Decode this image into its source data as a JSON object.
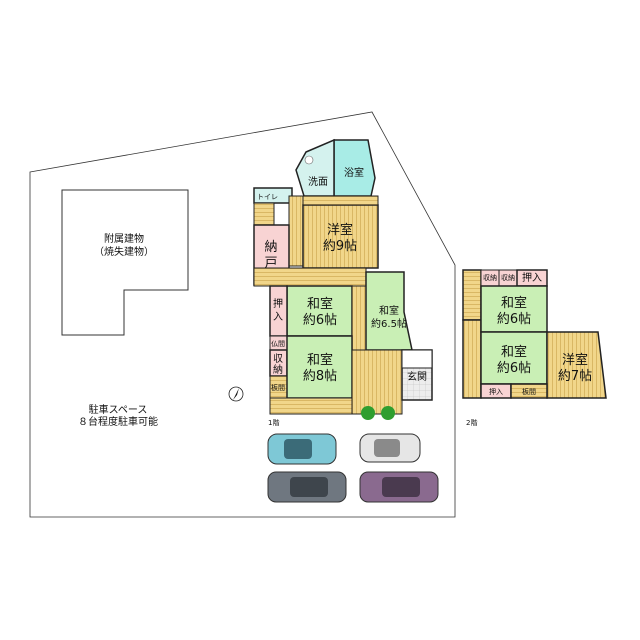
{
  "site": {
    "annex": {
      "line1": "附属建物",
      "line2": "（焼失建物）"
    },
    "parking": {
      "line1": "駐車スペース",
      "line2": "８台程度駐車可能"
    }
  },
  "floor1": {
    "label": "1階",
    "rooms": {
      "yoshitsu9": {
        "name": "洋室",
        "size": "約9帖"
      },
      "nando": {
        "name": "納",
        "name2": "戸"
      },
      "toilet": "トイレ",
      "senmen": "洗面",
      "yokushitsu": "浴室",
      "washitsu6": {
        "name": "和室",
        "size": "約6帖"
      },
      "oshiire": {
        "name": "押",
        "name2": "入"
      },
      "washitsu65": {
        "name": "和室",
        "size": "約6.5帖"
      },
      "washitsu8": {
        "name": "和室",
        "size": "約8帖"
      },
      "butsuma": "仏間",
      "shuno": {
        "name": "収",
        "name2": "納"
      },
      "itama": "板間",
      "genkan": "玄関"
    }
  },
  "floor2": {
    "label": "2階",
    "rooms": {
      "shuno1": "収納",
      "shuno2": "収納",
      "oshiire_top": "押入",
      "washitsu6a": {
        "name": "和室",
        "size": "約6帖"
      },
      "washitsu6b": {
        "name": "和室",
        "size": "約6帖"
      },
      "yoshitsu7": {
        "name": "洋室",
        "size": "約7帖"
      },
      "oshiire_bottom": "押入",
      "itama": "板間"
    }
  },
  "colors": {
    "wood": "#f1d68a",
    "tatami": "#c9efb5",
    "storage": "#f8d3d3",
    "bath": "#a8ece6",
    "wash": "#d4f2ee",
    "entrance": "#e8e8e8",
    "tree": "#2f9e2f"
  },
  "icons": [
    "compass-icon",
    "tree-icon",
    "car-icon"
  ]
}
